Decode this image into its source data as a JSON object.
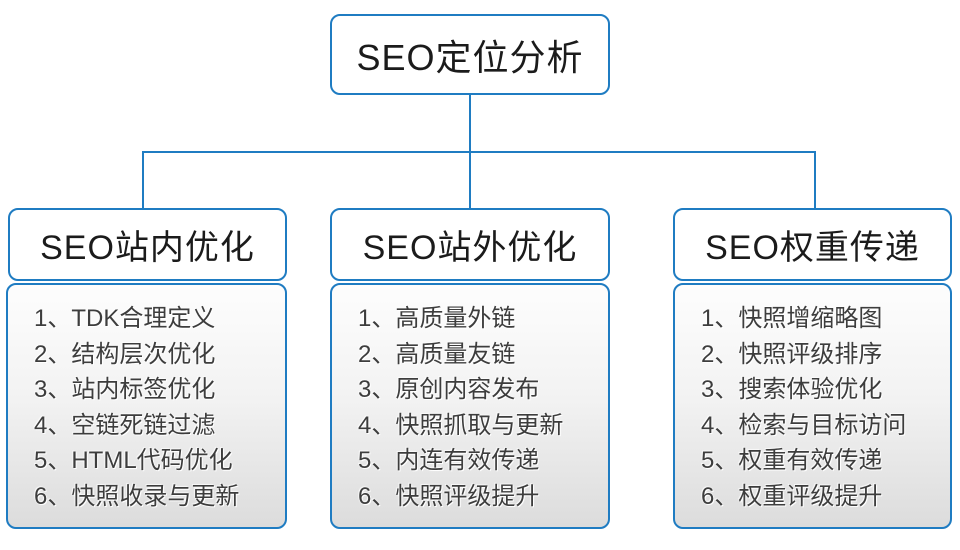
{
  "colors": {
    "accent": "#1f7cc2",
    "list_text": "#3d3d3d",
    "title_text": "#1b1b1b"
  },
  "root": {
    "title": "SEO定位分析"
  },
  "columns": [
    {
      "title": "SEO站内优化",
      "items": [
        "1、TDK合理定义",
        "2、结构层次优化",
        "3、站内标签优化",
        "4、空链死链过滤",
        "5、HTML代码优化",
        "6、快照收录与更新"
      ]
    },
    {
      "title": "SEO站外优化",
      "items": [
        "1、高质量外链",
        "2、高质量友链",
        "3、原创内容发布",
        "4、快照抓取与更新",
        "5、内连有效传递",
        "6、快照评级提升"
      ]
    },
    {
      "title": "SEO权重传递",
      "items": [
        "1、快照增缩略图",
        "2、快照评级排序",
        "3、搜索体验优化",
        "4、检索与目标访问",
        "5、权重有效传递",
        "6、权重评级提升"
      ]
    }
  ]
}
